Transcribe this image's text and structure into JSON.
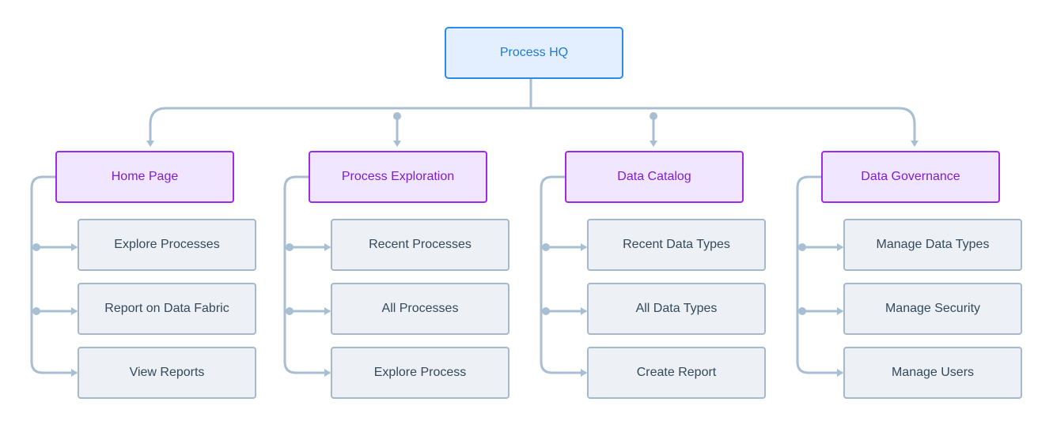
{
  "root": {
    "label": "Process HQ"
  },
  "sections": [
    {
      "label": "Home Page",
      "items": [
        "Explore Processes",
        "Report on Data Fabric",
        "View Reports"
      ]
    },
    {
      "label": "Process Exploration",
      "items": [
        "Recent Processes",
        "All Processes",
        "Explore Process"
      ]
    },
    {
      "label": "Data Catalog",
      "items": [
        "Recent Data Types",
        "All Data Types",
        "Create Report"
      ]
    },
    {
      "label": "Data Governance",
      "items": [
        "Manage Data Types",
        "Manage Security",
        "Manage Users"
      ]
    }
  ],
  "colors": {
    "connector": "#a8bfd3",
    "root_fill": "#e3efff",
    "root_border": "#2d8ae8",
    "root_text": "#1f7ad6",
    "section_fill": "#f1e6ff",
    "section_border": "#9b2de6",
    "section_text": "#7d1fd0",
    "leaf_fill": "#edf0f4",
    "leaf_border": "#a6b9cc",
    "leaf_text": "#33495c"
  }
}
